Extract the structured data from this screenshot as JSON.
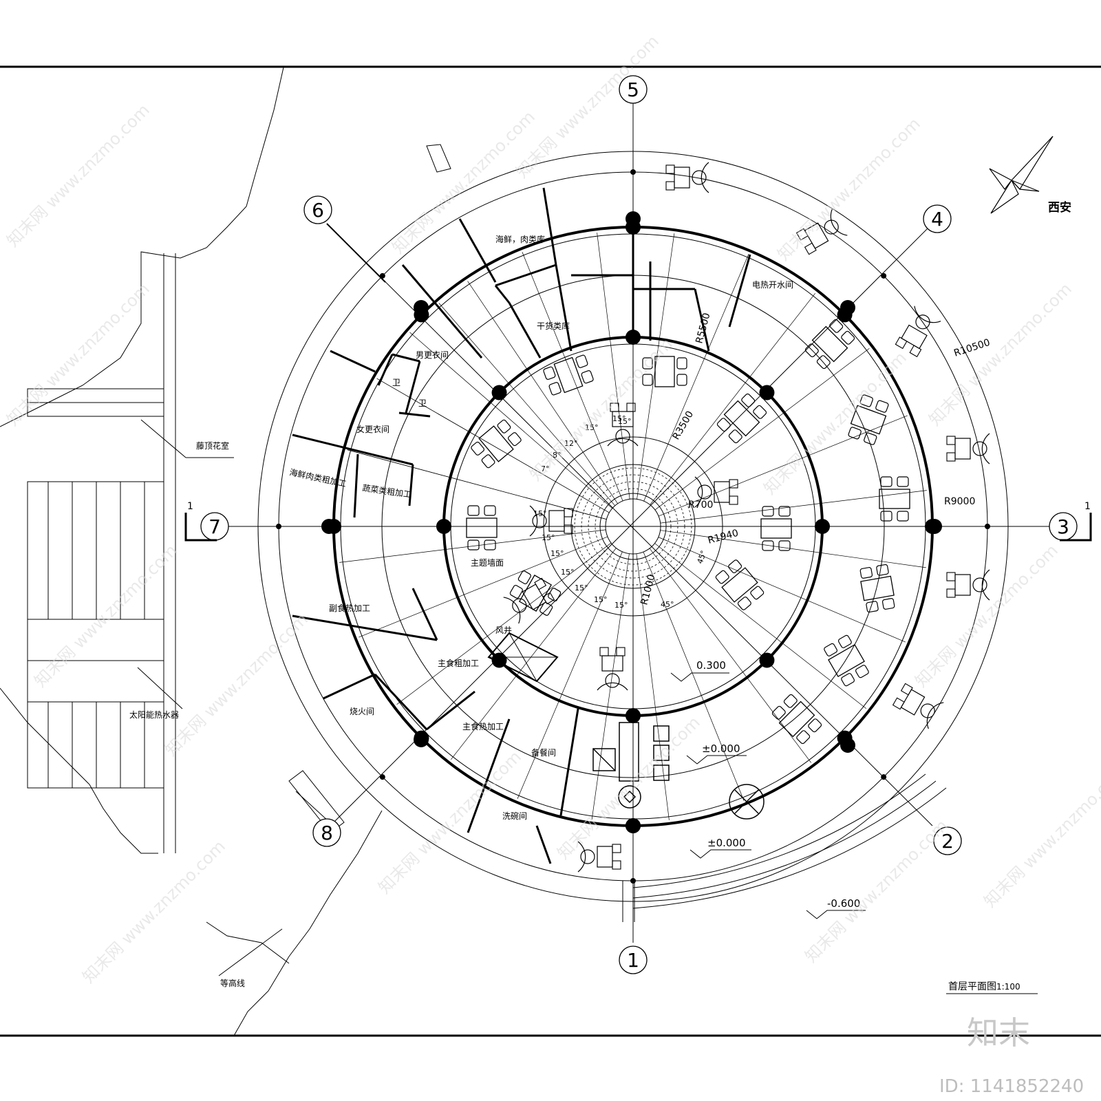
{
  "drawing": {
    "title": "首层平面图",
    "scale": "1:100",
    "orientation_text": "西安"
  },
  "axes": [
    {
      "id": "1",
      "label": "1",
      "angle": 90
    },
    {
      "id": "2",
      "label": "2",
      "angle": 45
    },
    {
      "id": "3",
      "label": "3",
      "angle": 0
    },
    {
      "id": "4",
      "label": "4",
      "angle": -45
    },
    {
      "id": "5",
      "label": "5",
      "angle": -90
    },
    {
      "id": "6",
      "label": "6",
      "angle": -135
    },
    {
      "id": "7",
      "label": "7",
      "angle": 180
    },
    {
      "id": "8",
      "label": "8",
      "angle": 135
    }
  ],
  "section_marks": [
    "1",
    "1"
  ],
  "rooms": [
    {
      "id": "seafood-store",
      "label": "海鲜，肉类库"
    },
    {
      "id": "dry-store",
      "label": "干货类库"
    },
    {
      "id": "boiler-room",
      "label": "电热开水间"
    },
    {
      "id": "men-locker",
      "label": "男更衣间"
    },
    {
      "id": "women-locker",
      "label": "女更衣间"
    },
    {
      "id": "wc-1",
      "label": "卫"
    },
    {
      "id": "wc-2",
      "label": "卫"
    },
    {
      "id": "seafood-prep",
      "label": "海鲜肉类粗加工"
    },
    {
      "id": "veg-prep",
      "label": "蔬菜类粗加工"
    },
    {
      "id": "feature-wall",
      "label": "主题墙面"
    },
    {
      "id": "side-hot",
      "label": "副食热加工"
    },
    {
      "id": "air-shaft",
      "label": "风井"
    },
    {
      "id": "staple-prep",
      "label": "主食粗加工"
    },
    {
      "id": "fire-room",
      "label": "烧火间"
    },
    {
      "id": "staple-hot",
      "label": "主食热加工"
    },
    {
      "id": "pantry",
      "label": "备餐间"
    },
    {
      "id": "dishwash",
      "label": "洗碗间"
    }
  ],
  "site_labels": [
    {
      "id": "vine-greenhouse",
      "label": "藤顶花室"
    },
    {
      "id": "solar-heater",
      "label": "太阳能热水器"
    },
    {
      "id": "contour-line",
      "label": "等高线"
    }
  ],
  "dimensions": {
    "r10500": "R10500",
    "r9000": "R9000",
    "r5500": "R5500",
    "r3500": "R3500",
    "r1940": "R1940",
    "r1000": "R1000",
    "r700": "R700",
    "angles": [
      "15°",
      "15°",
      "12°",
      "8°",
      "7°",
      "15°",
      "15°",
      "15°",
      "15°",
      "15°",
      "15°",
      "15°",
      "15°",
      "45°",
      "45°"
    ]
  },
  "levels": [
    "0.300",
    "±0.000",
    "±0.000",
    "-0.600"
  ],
  "watermark": {
    "logo": "知末",
    "id_text": "ID: 1141852240",
    "repeat_text": "知末网 www.znzmo.com"
  },
  "colors": {
    "line": "#000000",
    "background": "#ffffff",
    "watermark": "#d0d0d0"
  }
}
